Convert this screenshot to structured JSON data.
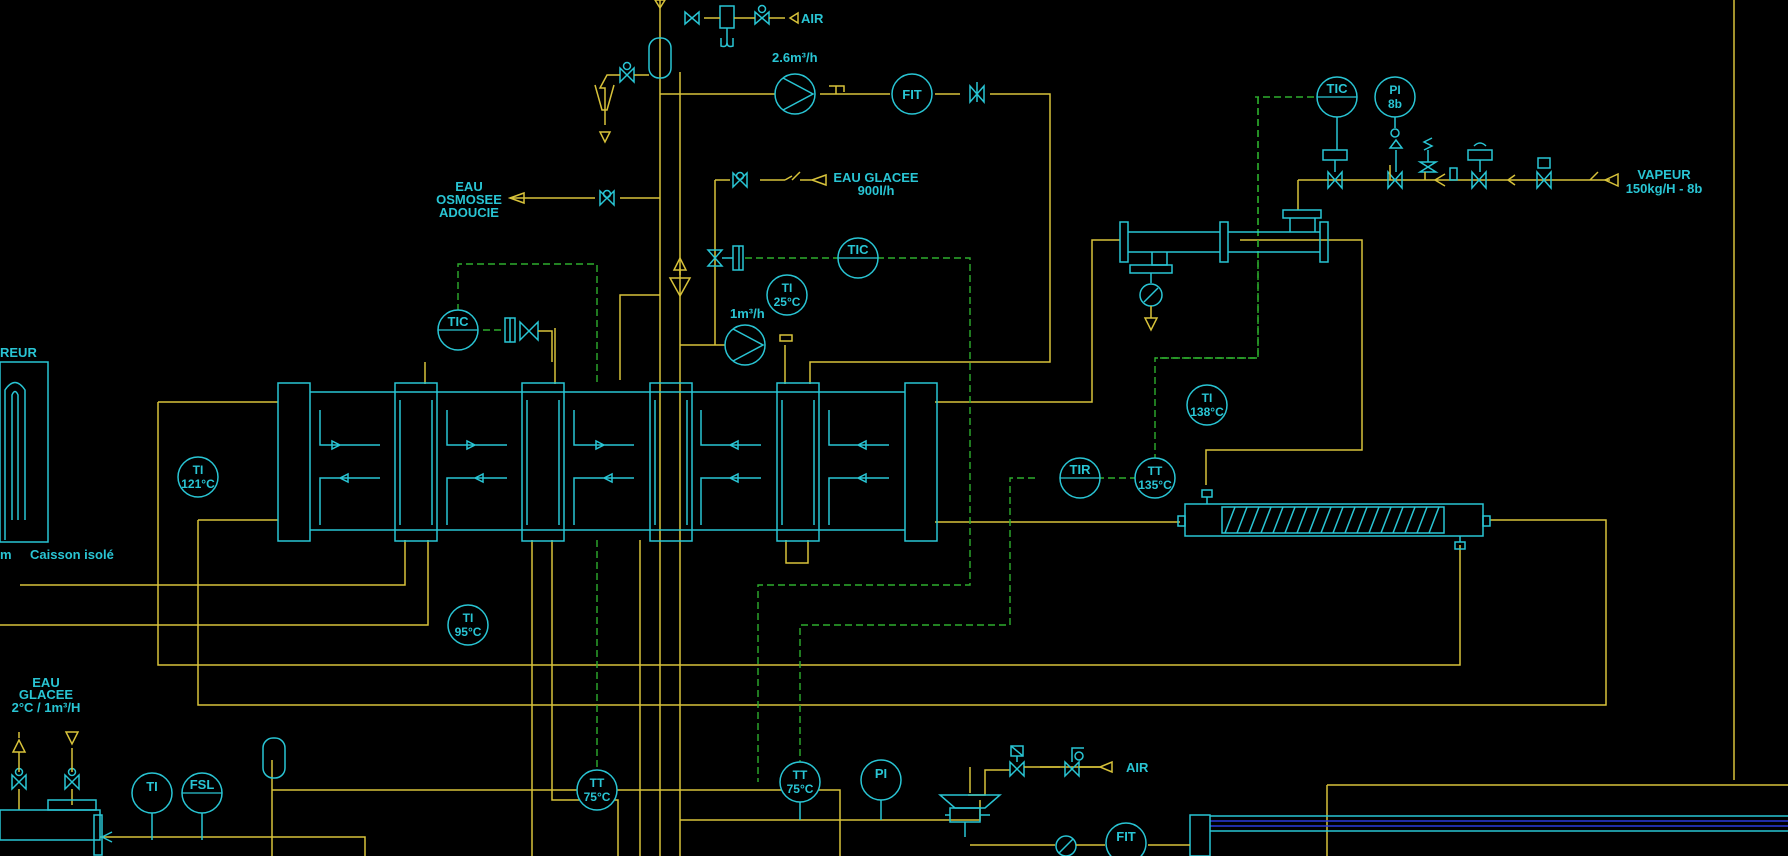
{
  "labels": {
    "air_top": "AIR",
    "flow_top": "2.6m³/h",
    "eau_osmosee_1": "EAU",
    "eau_osmosee_2": "OSMOSEE",
    "eau_osmosee_3": "ADOUCIE",
    "eau_glacee_top_1": "EAU GLACEE",
    "eau_glacee_top_2": "900l/h",
    "flow_pump2": "1m³/h",
    "vapeur_1": "VAPEUR",
    "vapeur_2": "150kg/H - 8b",
    "reur": "REUR",
    "caisson": "Caisson isolé",
    "m": "m",
    "eau_glacee_left_1": "EAU",
    "eau_glacee_left_2": "GLACEE",
    "eau_glacee_left_3": "2°C / 1m³/H",
    "air_bottom": "AIR"
  },
  "instruments": {
    "fit_top": {
      "tag": "FIT"
    },
    "tic_top_right": {
      "tag": "TIC"
    },
    "pi_top_right": {
      "tag": "PI",
      "value": "8b"
    },
    "tic_center": {
      "tag": "TIC"
    },
    "ti_25": {
      "tag": "TI",
      "value": "25°C"
    },
    "tic_left": {
      "tag": "TIC"
    },
    "ti_121": {
      "tag": "TI",
      "value": "121°C"
    },
    "ti_95": {
      "tag": "TI",
      "value": "95°C"
    },
    "ti_138": {
      "tag": "TI",
      "value": "138°C"
    },
    "tir": {
      "tag": "TIR"
    },
    "tt_135": {
      "tag": "TT",
      "value": "135°C"
    },
    "ti_bottom_left": {
      "tag": "TI"
    },
    "fsl": {
      "tag": "FSL"
    },
    "tt_75_left": {
      "tag": "TT",
      "value": "75°C"
    },
    "tt_75_center": {
      "tag": "TT",
      "value": "75°C"
    },
    "pi_bottom": {
      "tag": "PI"
    },
    "fit_bottom": {
      "tag": "FIT"
    }
  },
  "colors": {
    "background": "#000000",
    "process_line": "#d7c23a",
    "equipment": "#29c5d4",
    "signal_line": "#2dae2d",
    "blue_line": "#2a3bdc"
  }
}
